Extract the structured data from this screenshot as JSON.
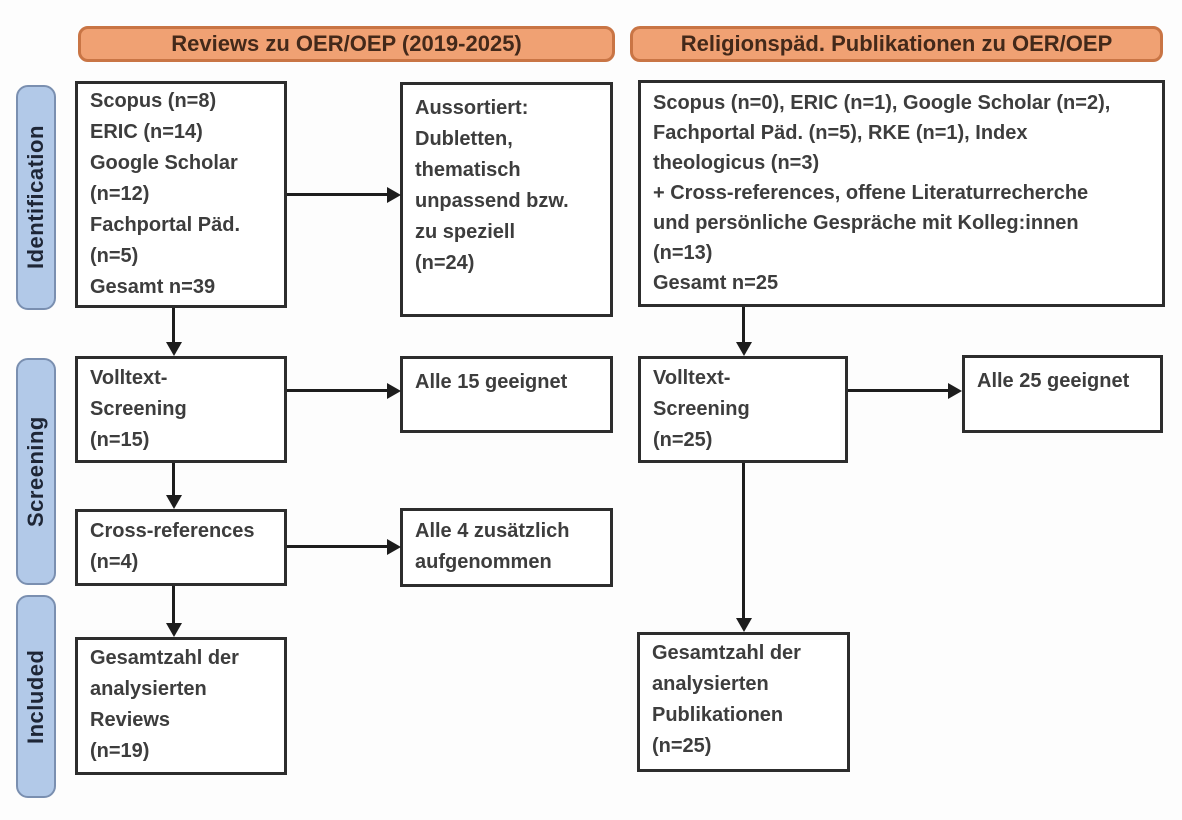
{
  "colors": {
    "header_fill": "#f0a173",
    "header_border": "#c97545",
    "header_text": "#43291a",
    "stage_fill": "#b2c9e8",
    "stage_border": "#7a8fb0",
    "stage_text": "#1e2636",
    "box_border": "#2d2d2d",
    "arrow": "#1d1d1d",
    "text": "#3d3d3d"
  },
  "headers": {
    "left": "Reviews zu OER/OEP (2019-2025)",
    "right": "Religionspäd. Publikationen zu OER/OEP"
  },
  "stages": {
    "identification": "Identification",
    "screening": "Screening",
    "included": "Included"
  },
  "left_flow": {
    "sources": "Scopus (n=8)\nERIC (n=14)\nGoogle Scholar\n(n=12)\nFachportal Päd.\n(n=5)\nGesamt n=39",
    "excluded": "Aussortiert:\nDubletten,\nthematisch\nunpassend bzw.\nzu speziell\n(n=24)",
    "fulltext": "Volltext-\nScreening\n(n=15)",
    "fulltext_result": "Alle 15 geeignet",
    "crossref": "Cross-references\n(n=4)",
    "crossref_result": "Alle 4 zusätzlich\naufgenommen",
    "included": "Gesamtzahl der\nanalysierten\nReviews\n(n=19)"
  },
  "right_flow": {
    "sources": "Scopus (n=0), ERIC (n=1), Google Scholar (n=2),\nFachportal Päd. (n=5), RKE (n=1), Index\ntheologicus (n=3)\n+ Cross-references, offene Literaturrecherche\nund persönliche Gespräche mit Kolleg:innen\n(n=13)\nGesamt n=25",
    "fulltext": "Volltext-\nScreening\n(n=25)",
    "fulltext_result": "Alle 25 geeignet",
    "included": "Gesamtzahl der\nanalysierten\nPublikationen\n(n=25)"
  }
}
